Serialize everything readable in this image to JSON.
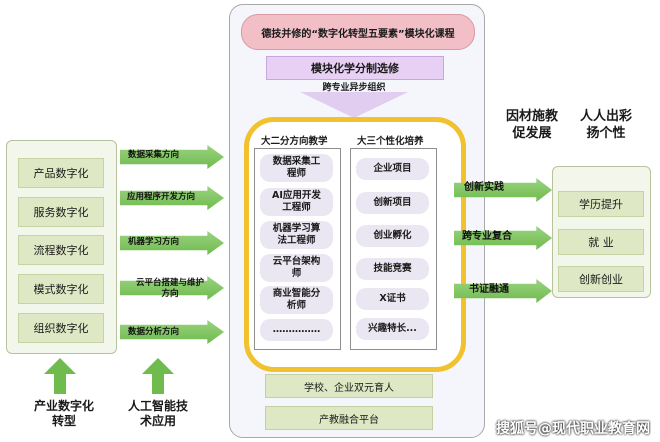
{
  "left": {
    "items": [
      "产品数字化",
      "服务数字化",
      "流程数字化",
      "模式数字化",
      "组织数字化"
    ]
  },
  "bottom_labels": [
    "产业数字化\n转型",
    "人工智能技\n术应用"
  ],
  "arrows_in": [
    "数据采集方向",
    "应用程序开发方向",
    "机器学习方向",
    "云平台搭建与维护\n方向",
    "数据分析方向"
  ],
  "center": {
    "top_title": "德技并修的“数字化转型五要素”模块化课程",
    "module_title": "模块化学分制选修",
    "sub_title": "跨专业异步组织",
    "left_col_title": "大二分方向教学",
    "right_col_title": "大三个性化培养",
    "left_items": [
      "数据采集工\n程师",
      "AI应用开发\n工程师",
      "机器学习算\n法工程师",
      "云平台架构\n师",
      "商业智能分\n析师",
      "……………"
    ],
    "right_items": [
      "企业项目",
      "创新项目",
      "创业孵化",
      "技能竞赛",
      "X证书",
      "兴趣特长..."
    ],
    "bottom_boxes": [
      "学校、企业双元育人",
      "产教融合平台"
    ]
  },
  "arrows_out": [
    "创新实践",
    "跨专业复合",
    "书证融通"
  ],
  "right": {
    "head_left": "因材施教\n促发展",
    "head_right": "人人出彩\n扬个性",
    "items": [
      "学历提升",
      "就  业",
      "创新创业"
    ]
  },
  "watermark": "搜狐号@现代职业教育网"
}
